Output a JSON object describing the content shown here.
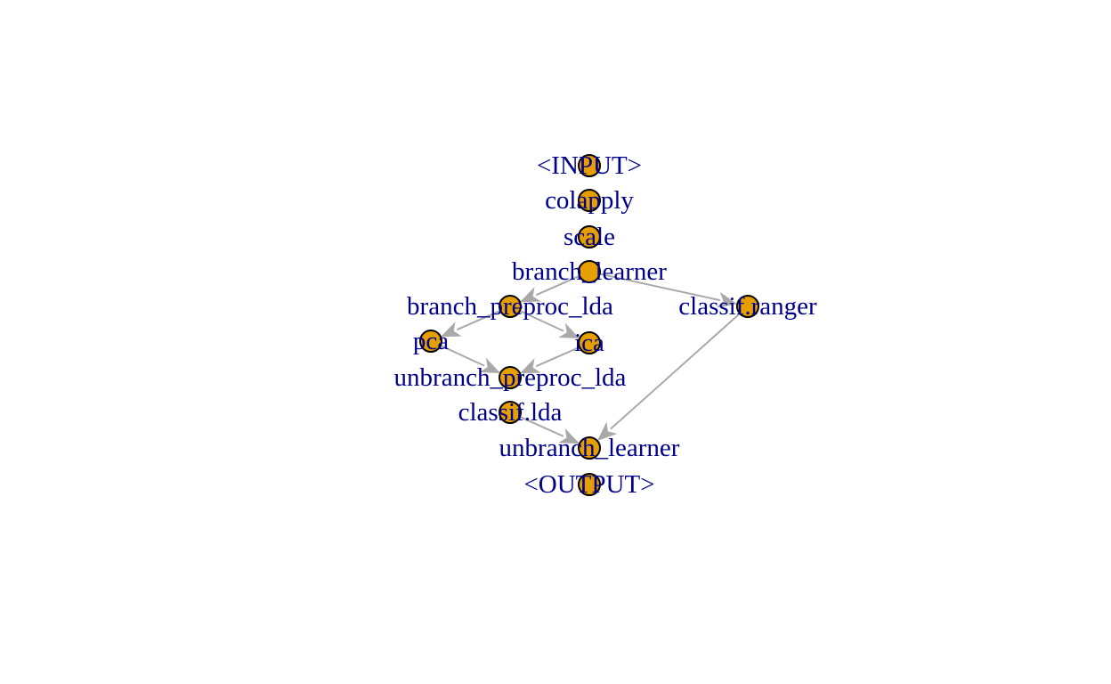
{
  "graph": {
    "colors": {
      "node_fill": "#e69f00",
      "node_stroke": "#000000",
      "edge": "#a9a9a9",
      "label": "#00008b",
      "background": "#ffffff"
    },
    "nodes": [
      {
        "id": "input",
        "label": "<INPUT>"
      },
      {
        "id": "colapply",
        "label": "colapply"
      },
      {
        "id": "scale",
        "label": "scale"
      },
      {
        "id": "branch_learner",
        "label": "branch_learner"
      },
      {
        "id": "branch_preproc_lda",
        "label": "branch_preproc_lda"
      },
      {
        "id": "classif_ranger",
        "label": "classif.ranger"
      },
      {
        "id": "pca",
        "label": "pca"
      },
      {
        "id": "ica",
        "label": "ica"
      },
      {
        "id": "unbranch_preproc_lda",
        "label": "unbranch_preproc_lda"
      },
      {
        "id": "classif_lda",
        "label": "classif.lda"
      },
      {
        "id": "unbranch_learner",
        "label": "unbranch_learner"
      },
      {
        "id": "output",
        "label": "<OUTPUT>"
      }
    ],
    "edges": [
      {
        "from": "input",
        "to": "colapply"
      },
      {
        "from": "colapply",
        "to": "scale"
      },
      {
        "from": "scale",
        "to": "branch_learner"
      },
      {
        "from": "branch_learner",
        "to": "branch_preproc_lda"
      },
      {
        "from": "branch_learner",
        "to": "classif_ranger"
      },
      {
        "from": "branch_preproc_lda",
        "to": "pca"
      },
      {
        "from": "branch_preproc_lda",
        "to": "ica"
      },
      {
        "from": "pca",
        "to": "unbranch_preproc_lda"
      },
      {
        "from": "ica",
        "to": "unbranch_preproc_lda"
      },
      {
        "from": "unbranch_preproc_lda",
        "to": "classif_lda"
      },
      {
        "from": "classif_lda",
        "to": "unbranch_learner"
      },
      {
        "from": "classif_ranger",
        "to": "unbranch_learner"
      },
      {
        "from": "unbranch_learner",
        "to": "output"
      }
    ]
  }
}
